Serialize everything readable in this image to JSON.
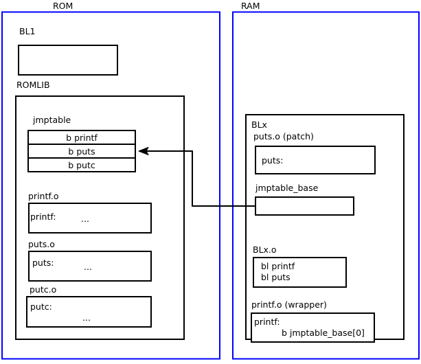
{
  "diagram": {
    "title_regions": [
      {
        "name": "rom",
        "label": "ROM",
        "color": "#0000ff"
      },
      {
        "name": "ram",
        "label": "RAM",
        "color": "#0000ff"
      }
    ],
    "rom": {
      "label": "ROM",
      "bl1": {
        "label": "BL1",
        "body": ""
      },
      "romlib": {
        "label": "ROMLIB",
        "jmptable": {
          "label": "jmptable",
          "entries": [
            {
              "label": "b printf"
            },
            {
              "label": "b puts"
            },
            {
              "label": "b putc"
            }
          ]
        },
        "objects": [
          {
            "label": "printf.o",
            "symbol": "printf:",
            "body": "..."
          },
          {
            "label": "puts.o",
            "symbol": "puts:",
            "body": "..."
          },
          {
            "label": "putc.o",
            "symbol": "putc:",
            "body": "..."
          }
        ]
      }
    },
    "ram": {
      "label": "RAM",
      "blx": {
        "label": "BLx",
        "puts_patch": {
          "label": "puts.o (patch)",
          "symbol": "puts:"
        },
        "jmptable_base": {
          "label": "jmptable_base",
          "body": ""
        },
        "blx_o": {
          "label": "BLx.o",
          "lines": [
            "bl printf",
            "bl puts"
          ]
        },
        "printf_wrapper": {
          "label": "printf.o (wrapper)",
          "symbol": "printf:",
          "instruction": "b jmptable_base[0]"
        }
      }
    },
    "connector": {
      "name": "jmptable-base-to-b-puts-arrow",
      "from": "jmptable_base",
      "to": "b puts",
      "color": "#000000"
    }
  }
}
